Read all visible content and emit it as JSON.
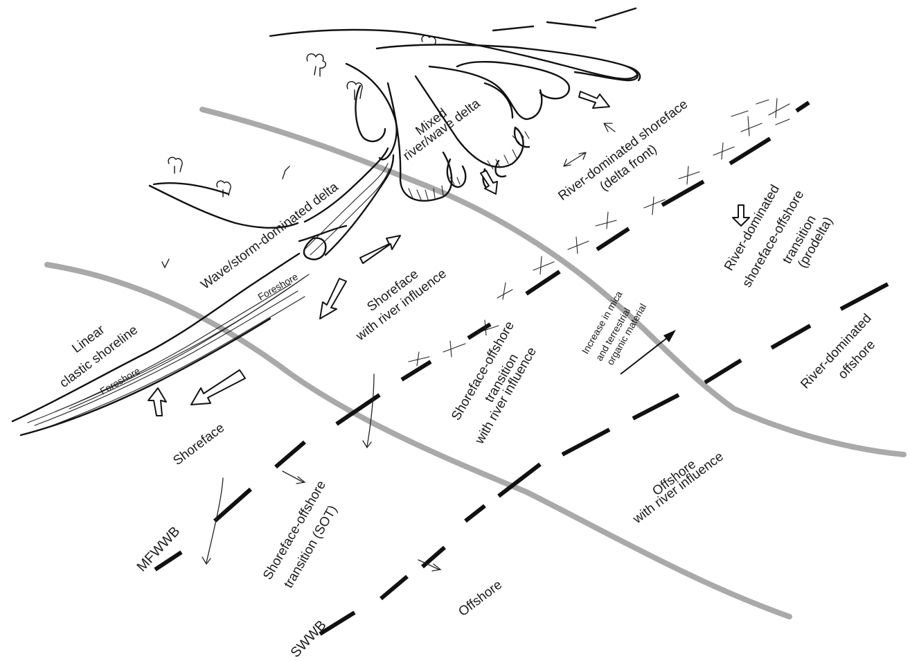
{
  "labels": {
    "mixed_delta_1": "Mixed",
    "mixed_delta_2": "river/wave delta",
    "river_shoreface_1": "River-dominated shoreface",
    "river_shoreface_2": "(delta front)",
    "wave_delta": "Wave/storm-dominated delta",
    "foreshore_upper": "Foreshore",
    "foreshore_lower": "Foreshore",
    "linear_1": "Linear",
    "linear_2": "clastic shoreline",
    "shoreface_river_1": "Shoreface",
    "shoreface_river_2": "with river influence",
    "river_sot_1": "River-dominated",
    "river_sot_2": "shoreface-offshore",
    "river_sot_3": "transition",
    "river_sot_4": "(prodelta)",
    "increase_1": "Increase in mica",
    "increase_2": "and terrestrial",
    "increase_3": "organic material",
    "sot_river_1": "Shoreface-offshore",
    "sot_river_2": "transition",
    "sot_river_3": "with river influence",
    "river_offshore_1": "River-dominated",
    "river_offshore_2": "offshore",
    "shoreface": "Shoreface",
    "offshore_river_1": "Offshore",
    "offshore_river_2": "with river influence",
    "sot_1": "Shoreface-offshore",
    "sot_2": "transition (SOT)",
    "offshore": "Offshore",
    "mfwwb": "MFWWB",
    "swwb": "SWWB"
  },
  "colors": {
    "line": "#111111",
    "facies_boundary": "#a9a9a9",
    "background": "#ffffff"
  },
  "icons": [
    "tree-icon",
    "grass-icon",
    "open-arrow-icon",
    "double-arrow-icon"
  ]
}
